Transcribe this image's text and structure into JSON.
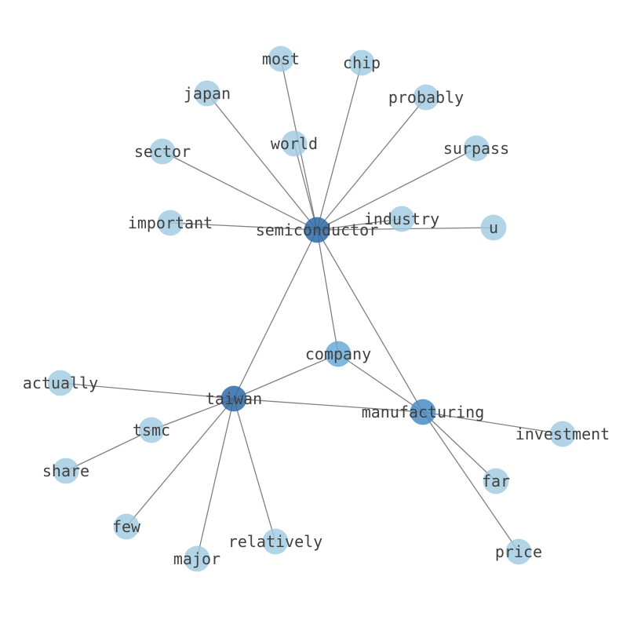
{
  "graph": {
    "nodes": [
      {
        "id": "semiconductor",
        "label": "semiconductor",
        "tier": "hub-dark"
      },
      {
        "id": "taiwan",
        "label": "taiwan",
        "tier": "hub-dark"
      },
      {
        "id": "manufacturing",
        "label": "manufacturing",
        "tier": "hub-mid"
      },
      {
        "id": "company",
        "label": "company",
        "tier": "hub-light"
      },
      {
        "id": "most",
        "label": "most",
        "tier": "leaf"
      },
      {
        "id": "chip",
        "label": "chip",
        "tier": "leaf"
      },
      {
        "id": "japan",
        "label": "japan",
        "tier": "leaf"
      },
      {
        "id": "probably",
        "label": "probably",
        "tier": "leaf"
      },
      {
        "id": "world",
        "label": "world",
        "tier": "leaf"
      },
      {
        "id": "sector",
        "label": "sector",
        "tier": "leaf"
      },
      {
        "id": "surpass",
        "label": "surpass",
        "tier": "leaf"
      },
      {
        "id": "industry",
        "label": "industry",
        "tier": "leaf"
      },
      {
        "id": "important",
        "label": "important",
        "tier": "leaf"
      },
      {
        "id": "u",
        "label": "u",
        "tier": "leaf"
      },
      {
        "id": "actually",
        "label": "actually",
        "tier": "leaf"
      },
      {
        "id": "tsmc",
        "label": "tsmc",
        "tier": "leaf"
      },
      {
        "id": "share",
        "label": "share",
        "tier": "leaf"
      },
      {
        "id": "investment",
        "label": "investment",
        "tier": "leaf"
      },
      {
        "id": "far",
        "label": "far",
        "tier": "leaf"
      },
      {
        "id": "few",
        "label": "few",
        "tier": "leaf"
      },
      {
        "id": "relatively",
        "label": "relatively",
        "tier": "leaf"
      },
      {
        "id": "major",
        "label": "major",
        "tier": "leaf"
      },
      {
        "id": "price",
        "label": "price",
        "tier": "leaf"
      }
    ],
    "edges": [
      [
        "semiconductor",
        "most"
      ],
      [
        "semiconductor",
        "chip"
      ],
      [
        "semiconductor",
        "japan"
      ],
      [
        "semiconductor",
        "probably"
      ],
      [
        "semiconductor",
        "world"
      ],
      [
        "semiconductor",
        "sector"
      ],
      [
        "semiconductor",
        "surpass"
      ],
      [
        "semiconductor",
        "industry"
      ],
      [
        "semiconductor",
        "important"
      ],
      [
        "semiconductor",
        "u"
      ],
      [
        "semiconductor",
        "company"
      ],
      [
        "semiconductor",
        "taiwan"
      ],
      [
        "semiconductor",
        "manufacturing"
      ],
      [
        "taiwan",
        "company"
      ],
      [
        "taiwan",
        "actually"
      ],
      [
        "taiwan",
        "tsmc"
      ],
      [
        "taiwan",
        "manufacturing"
      ],
      [
        "taiwan",
        "few"
      ],
      [
        "taiwan",
        "major"
      ],
      [
        "taiwan",
        "relatively"
      ],
      [
        "tsmc",
        "share"
      ],
      [
        "company",
        "manufacturing"
      ],
      [
        "manufacturing",
        "investment"
      ],
      [
        "manufacturing",
        "far"
      ],
      [
        "manufacturing",
        "price"
      ]
    ],
    "colors": {
      "hub-dark": "#2e6aa8",
      "hub-mid": "#4a8cc4",
      "hub-light": "#6aaad6",
      "leaf": "#9ecae1",
      "edge": "#808080",
      "label": "#404040"
    }
  }
}
